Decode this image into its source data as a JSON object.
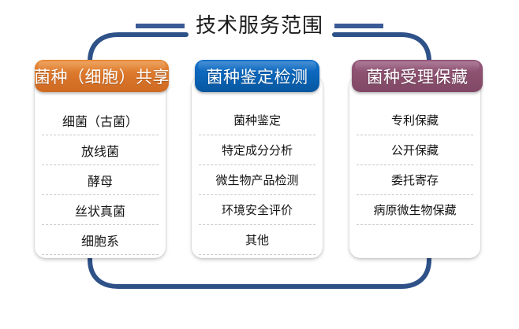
{
  "page": {
    "title": "技术服务范围",
    "frame_color": "#2E5288",
    "title_rule_color": "#3B5A96"
  },
  "cards": [
    {
      "id": "菌种共享",
      "header": "菌种（细胞）共享",
      "header_color": "#D9742A",
      "items": [
        "细菌（古菌）",
        "放线菌",
        "酵母",
        "丝状真菌",
        "细胞系"
      ]
    },
    {
      "id": "菌种鉴定检测",
      "header": "菌种鉴定检测",
      "header_color": "#0A63B6",
      "items": [
        "菌种鉴定",
        "特定成分分析",
        "微生物产品检测",
        "环境安全评价",
        "其他"
      ]
    },
    {
      "id": "菌种受理保藏",
      "header": "菌种受理保藏",
      "header_color": "#8A4F6D",
      "items": [
        "专利保藏",
        "公开保藏",
        "委托寄存",
        "病原微生物保藏"
      ]
    }
  ]
}
